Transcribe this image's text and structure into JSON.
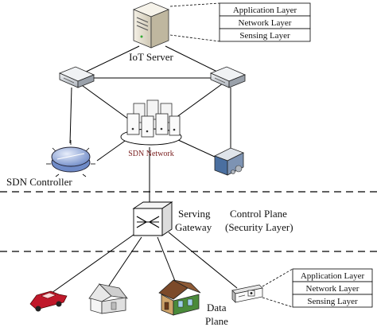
{
  "diagram": {
    "server_label": "IoT Server",
    "sdn_network_label": "SDN Network",
    "controller_label": "SDN Controller",
    "gateway_label_1": "Serving",
    "gateway_label_2": "Gateway",
    "control_plane_1": "Control Plane",
    "control_plane_2": "(Security Layer)",
    "data_plane_1": "Data",
    "data_plane_2": "Plane",
    "top_layers": [
      "Application Layer",
      "Network Layer",
      "Sensing Layer"
    ],
    "bottom_layers": [
      "Application Layer",
      "Network Layer",
      "Sensing Layer"
    ]
  },
  "colors": {
    "line": "#000000",
    "controller_blue": "#8fa6d8",
    "car_red": "#c0182a",
    "server_beige": "#ece6d6",
    "switch_grey": "#d9dde2",
    "storage_blue": "#4a6fa0"
  }
}
